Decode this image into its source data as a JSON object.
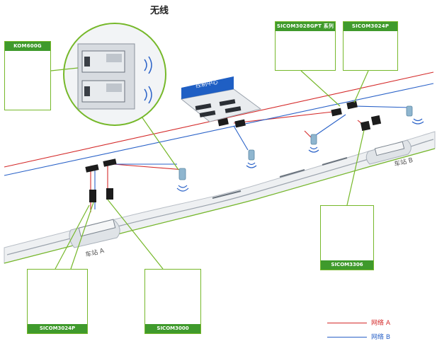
{
  "labels": {
    "wireless": "无线",
    "control_center": "控制中心",
    "station_a": "车站 A",
    "station_b": "车站 B"
  },
  "devices": {
    "kom600g": "KOM600G",
    "sicom3028gpt": "SICOM3028GPT 系列",
    "sicom3024p_top": "SICOM3024P",
    "sicom3024p_bottom": "SICOM3024P",
    "sicom3000": "SICOM3000",
    "sicom3306": "SICOM3306"
  },
  "legend": {
    "network_a": "网络 A",
    "network_b": "网络 B"
  },
  "colors": {
    "network_a": "#d42a2a",
    "network_b": "#2a62c8",
    "callout_green": "#76b82a",
    "title_green": "#3f9a2c"
  }
}
